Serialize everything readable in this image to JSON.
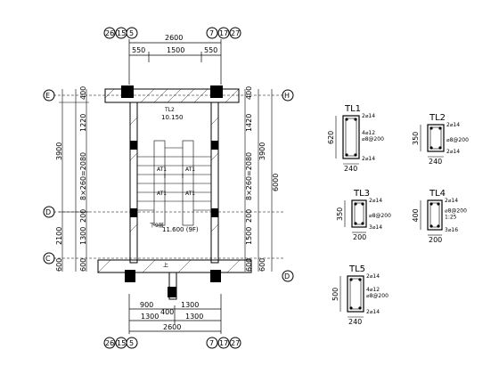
{
  "plan": {
    "axis_labels": {
      "top_left": "26 15 5",
      "top_right": "7 17 27",
      "bottom_left": "26 15 5",
      "bottom_right": "7 17 27",
      "row_E": "E",
      "row_D": "D",
      "row_C": "C",
      "row_H": "H",
      "row_D2": "D"
    },
    "top_dims": {
      "overall": "2600",
      "left": "550",
      "mid": "1500",
      "right": "550"
    },
    "bottom_dims": {
      "overall": "2600",
      "a": "900",
      "b": "400",
      "c": "1300",
      "d": "1300",
      "e": "1300"
    },
    "left_dims": {
      "d1": "400",
      "d2": "1220",
      "d3": "3900",
      "d4": "8×260=2080",
      "d5": "200",
      "d6": "2100",
      "d7": "1300",
      "d8": "600",
      "d9": "600"
    },
    "right_dims": {
      "d1": "400",
      "d2": "1420",
      "d3": "3900",
      "d4": "8×260=2080",
      "d5": "200",
      "d6": "6000",
      "d7": "1500",
      "d8": "600",
      "d9": "600"
    },
    "labels": {
      "tl": "TL2",
      "level_top": "10.150",
      "at1_a": "AT1",
      "at1_b": "AT1",
      "at1_c": "AT1",
      "at1_d": "AT1",
      "level_bottom": "11.600 (9F)",
      "down": "下9层",
      "up": "上"
    }
  },
  "sections": [
    {
      "title": "TL1",
      "height": "620",
      "width": "240",
      "top_bar": "2⌀14",
      "mid_bar": "4⌀12",
      "stirrup": "⌀8@200",
      "bottom_bar": "2⌀14"
    },
    {
      "title": "TL2",
      "height": "350",
      "width": "240",
      "top_bar": "2⌀14",
      "mid_bar": "",
      "stirrup": "⌀8@200",
      "bottom_bar": "2⌀14"
    },
    {
      "title": "TL3",
      "height": "350",
      "width": "200",
      "top_bar": "2⌀14",
      "mid_bar": "",
      "stirrup": "⌀8@200",
      "bottom_bar": "3⌀14"
    },
    {
      "title": "TL4",
      "height": "400",
      "width": "200",
      "top_bar": "2⌀14",
      "mid_bar": "⌀8@200",
      "stirrup": "1:25",
      "bottom_bar": "3⌀16"
    },
    {
      "title": "TL5",
      "height": "500",
      "width": "240",
      "top_bar": "2⌀14",
      "mid_bar": "4⌀12",
      "stirrup": "⌀8@200",
      "bottom_bar": "2⌀14"
    }
  ]
}
